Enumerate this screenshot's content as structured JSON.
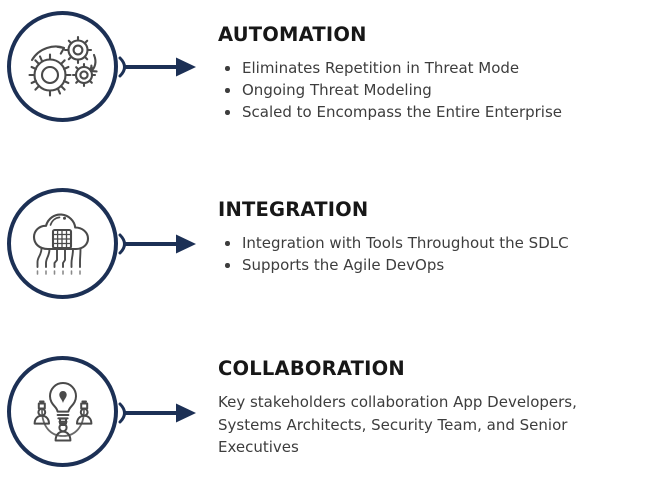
{
  "theme": {
    "accent_navy": "#1c3055",
    "heading_color": "#171717",
    "body_color": "#3d3d3d",
    "background": "#ffffff",
    "icon_stroke": "#4a4a4a"
  },
  "sections": [
    {
      "icon_name": "gears-automation-icon",
      "arrow_name": "arrow-right-automation",
      "heading": "AUTOMATION",
      "bullets": [
        "Eliminates Repetition in Threat Mode",
        "Ongoing Threat Modeling",
        "Scaled to Encompass the Entire Enterprise"
      ],
      "paragraph": ""
    },
    {
      "icon_name": "cloud-chip-integration-icon",
      "arrow_name": "arrow-right-integration",
      "heading": "INTEGRATION",
      "bullets": [
        "Integration with Tools Throughout the SDLC",
        "Supports the Agile DevOps"
      ],
      "paragraph": ""
    },
    {
      "icon_name": "lightbulb-people-collaboration-icon",
      "arrow_name": "arrow-right-collaboration",
      "heading": "COLLABORATION",
      "bullets": [],
      "paragraph": "Key stakeholders collaboration App Developers, Systems Architects, Security Team, and Senior Executives"
    }
  ]
}
